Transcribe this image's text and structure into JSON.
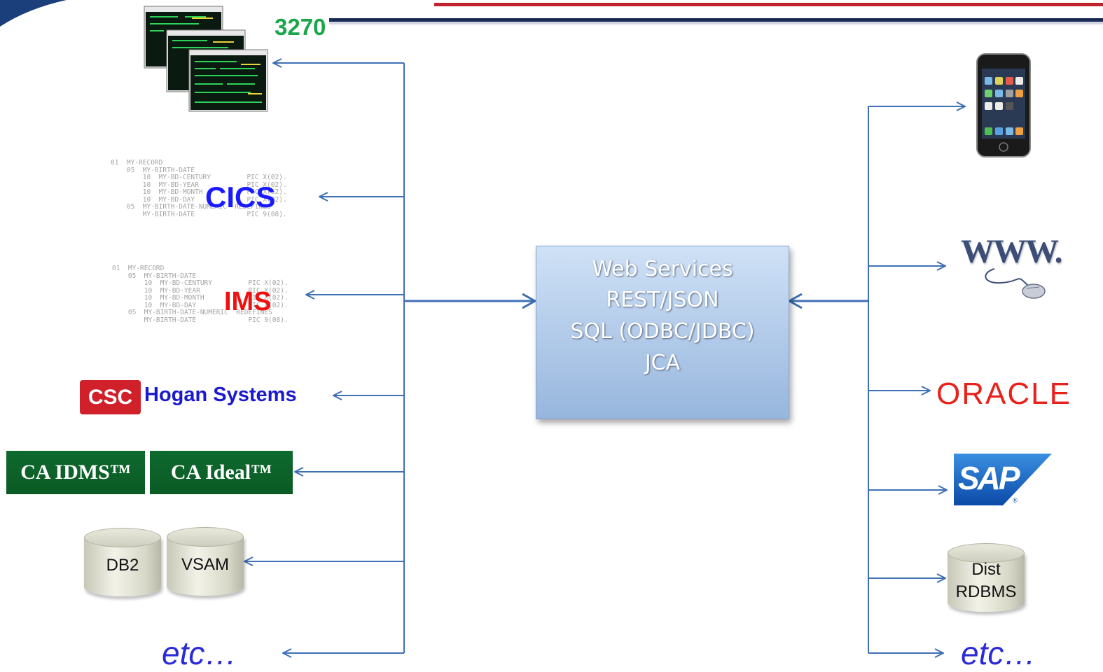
{
  "left_systems": {
    "terminal_label": "3270",
    "cics_label": "CICS",
    "ims_label": "IMS",
    "csc_logo": "CSC",
    "hogan_label": "Hogan Systems",
    "ca_idms": "CA IDMS™",
    "ca_ideal": "CA Ideal™",
    "db2": "DB2",
    "vsam": "VSAM",
    "etc": "etc…"
  },
  "center": {
    "lines": [
      "Web Services",
      "REST/JSON",
      "SQL (ODBC/JDBC)",
      "JCA"
    ]
  },
  "right_systems": {
    "www": "WWW.",
    "oracle": "ORACLE",
    "sap": "SAP",
    "dist_rdbms": "Dist RDBMS",
    "dist_line1": "Dist",
    "dist_line2": "RDBMS",
    "etc": "etc…"
  },
  "colors": {
    "connector": "#3f6fb5",
    "center_fill": "#b8cfeb",
    "banner_red": "#c0232c",
    "banner_navy": "#1b2a55"
  },
  "icons": [
    "terminal-screens-icon",
    "cobol-listing-icon",
    "mobile-phone-icon",
    "mouse-icon"
  ]
}
